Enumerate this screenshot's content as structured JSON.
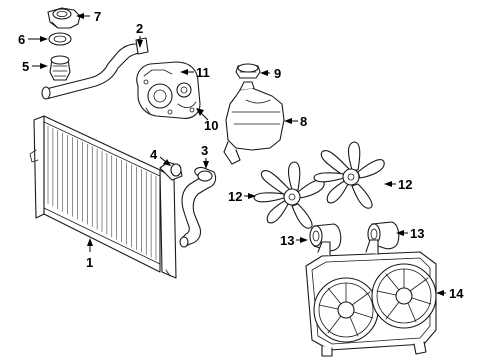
{
  "callouts": {
    "c1": "1",
    "c2": "2",
    "c3": "3",
    "c4": "4",
    "c5": "5",
    "c6": "6",
    "c7": "7",
    "c8": "8",
    "c9": "9",
    "c10": "10",
    "c11": "11",
    "c12a": "12",
    "c12b": "12",
    "c13a": "13",
    "c13b": "13",
    "c14": "14"
  },
  "colors": {
    "line": "#1a1a1a",
    "background": "#ffffff"
  }
}
